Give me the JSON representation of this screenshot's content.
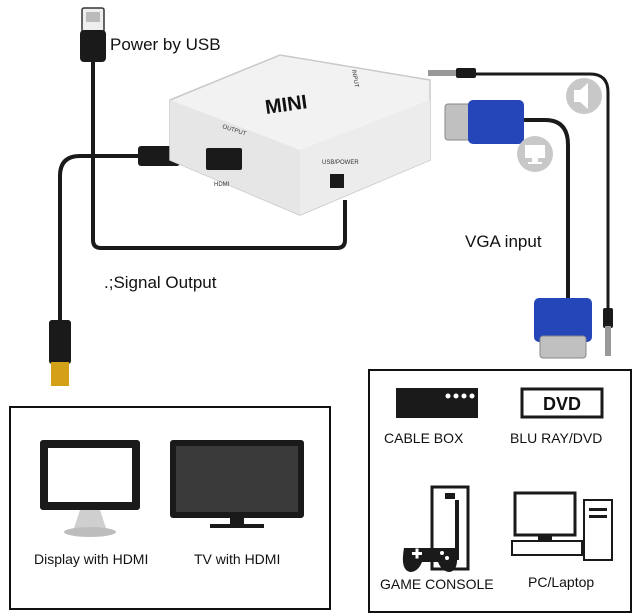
{
  "labels": {
    "power": "Power by USB",
    "vga_input": "VGA input",
    "signal_output": ".;Signal Output"
  },
  "converter": {
    "brand": "MINI",
    "port_output": "OUTPUT",
    "port_hdmi": "HDMI",
    "port_usb": "USB/POWER",
    "port_input": "INPUT"
  },
  "outputs": [
    {
      "label": "Display with HDMI",
      "icon": "monitor-icon"
    },
    {
      "label": "TV with HDMI",
      "icon": "tv-icon"
    }
  ],
  "sources": [
    {
      "label": "CABLE BOX",
      "icon": "cable-box-icon"
    },
    {
      "label": "BLU RAY/DVD",
      "icon": "dvd-player-icon",
      "badge": "DVD"
    },
    {
      "label": "GAME CONSOLE",
      "icon": "game-console-icon"
    },
    {
      "label": "PC/Laptop",
      "icon": "pc-icon"
    }
  ],
  "colors": {
    "vga_blue": "#2446b8",
    "hdmi_gold": "#d4a017",
    "cable": "#1a1a1a",
    "device": "#f2f2f2"
  }
}
